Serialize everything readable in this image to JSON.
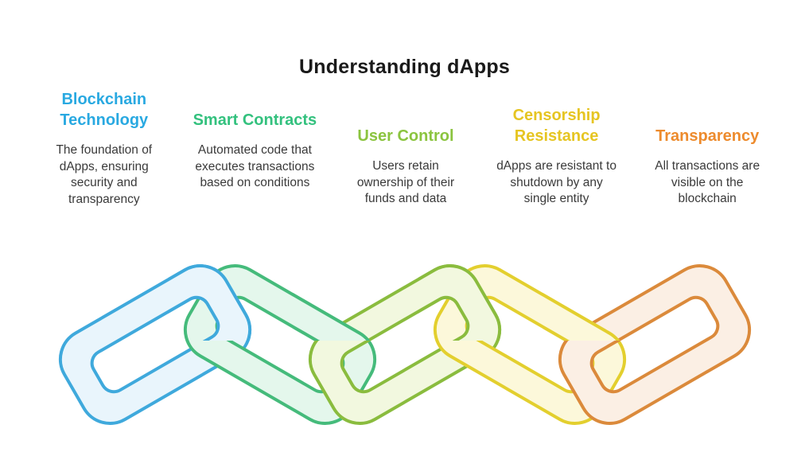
{
  "title": "Understanding dApps",
  "columns": [
    {
      "heading": "Blockchain Technology",
      "description": "The foundation of dApps, ensuring security and transparency",
      "color": "#29A9E1"
    },
    {
      "heading": "Smart Contracts",
      "description": "Automated code that executes transactions based on conditions",
      "color": "#33C17E"
    },
    {
      "heading": "User Control",
      "description": "Users retain ownership of their funds and data",
      "color": "#8BC43F"
    },
    {
      "heading": "Censorship Resistance",
      "description": "dApps are resistant to shutdown by any single entity",
      "color": "#E6C522"
    },
    {
      "heading": "Transparency",
      "description": "All transactions are visible on the blockchain",
      "color": "#ED8B2D"
    }
  ],
  "chain": {
    "links": [
      {
        "label": "blue",
        "concept": "Blockchain Technology",
        "stroke": "#3FA9DC",
        "fill": "#E9F5FC"
      },
      {
        "label": "green",
        "concept": "Smart Contracts",
        "stroke": "#45BB7B",
        "fill": "#E4F7EC"
      },
      {
        "label": "yellow-green",
        "concept": "User Control",
        "stroke": "#8ABC3E",
        "fill": "#F2F8DF"
      },
      {
        "label": "yellow",
        "concept": "Censorship Resistance",
        "stroke": "#E3CF2E",
        "fill": "#FCF8DA"
      },
      {
        "label": "orange",
        "concept": "Transparency",
        "stroke": "#DB8A3B",
        "fill": "#FBEFE4"
      }
    ]
  }
}
